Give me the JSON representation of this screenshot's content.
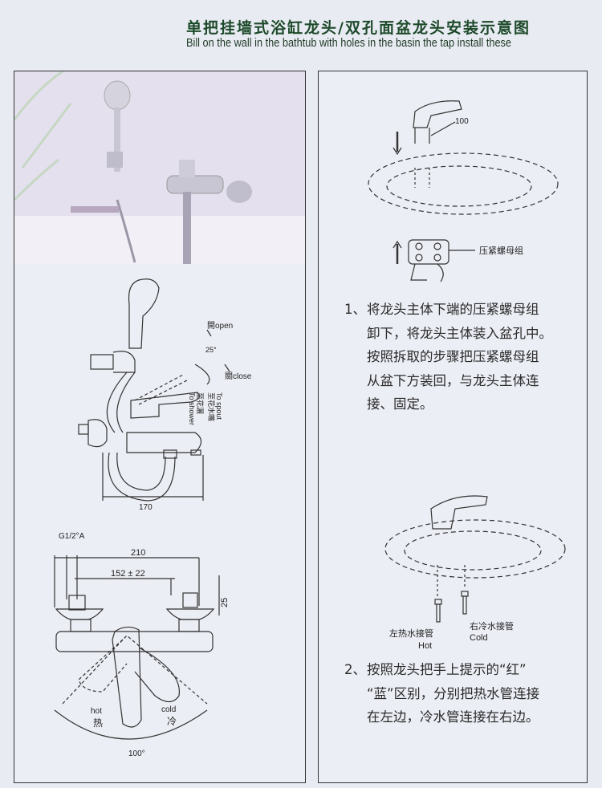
{
  "header": {
    "title_cn": "单把挂墙式浴缸龙头/双孔面盆龙头安装示意图",
    "title_en": "Bill on the wall in the bathtub with holes in the basin the tap install these"
  },
  "left_panel": {
    "side_view": {
      "open_label": "開open",
      "close_label": "關close",
      "angle_label": "25°",
      "to_shower_cn": "至花灑",
      "to_shower_en": "To shower",
      "to_spout_cn": "至花水嘴",
      "to_spout_en": "To spout",
      "width_label": "170"
    },
    "front_view": {
      "thread_label": "G1/2°A",
      "width_label": "210",
      "spacing_label": "152 ± 22",
      "height_label": "25",
      "hot_en": "hot",
      "hot_cn": "热",
      "cold_en": "cold",
      "cold_cn": "冷",
      "angle_label": "100°"
    }
  },
  "right_panel": {
    "diagram1": {
      "hole_spacing": "100",
      "nut_label": "压紧螺母组"
    },
    "step1": {
      "number": "1、",
      "lines": [
        "将龙头主体下端的压紧螺母组",
        "卸下，将龙头主体装入盆孔中。",
        "按照拆取的步骤把压紧螺母组",
        "从盆下方装回，与龙头主体连",
        "接、固定。"
      ]
    },
    "diagram2": {
      "hot_cn": "左热水接管",
      "hot_en": "Hot",
      "cold_cn": "右冷水接管",
      "cold_en": "Cold"
    },
    "step2": {
      "number": "2、",
      "lines": [
        "按照龙头把手上提示的“红”",
        "“蓝”区别，分别把热水管连接",
        "在左边，冷水管连接在右边。"
      ]
    }
  }
}
